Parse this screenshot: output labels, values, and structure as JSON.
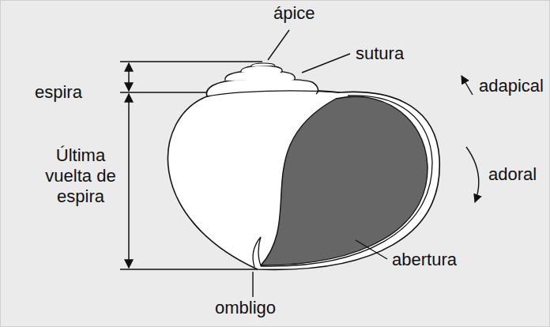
{
  "diagram": {
    "labels": [
      "ápice",
      "espira",
      "sutura",
      "adapical",
      "Última vuelta de espira",
      "adoral",
      "abertura",
      "ombligo"
    ]
  }
}
